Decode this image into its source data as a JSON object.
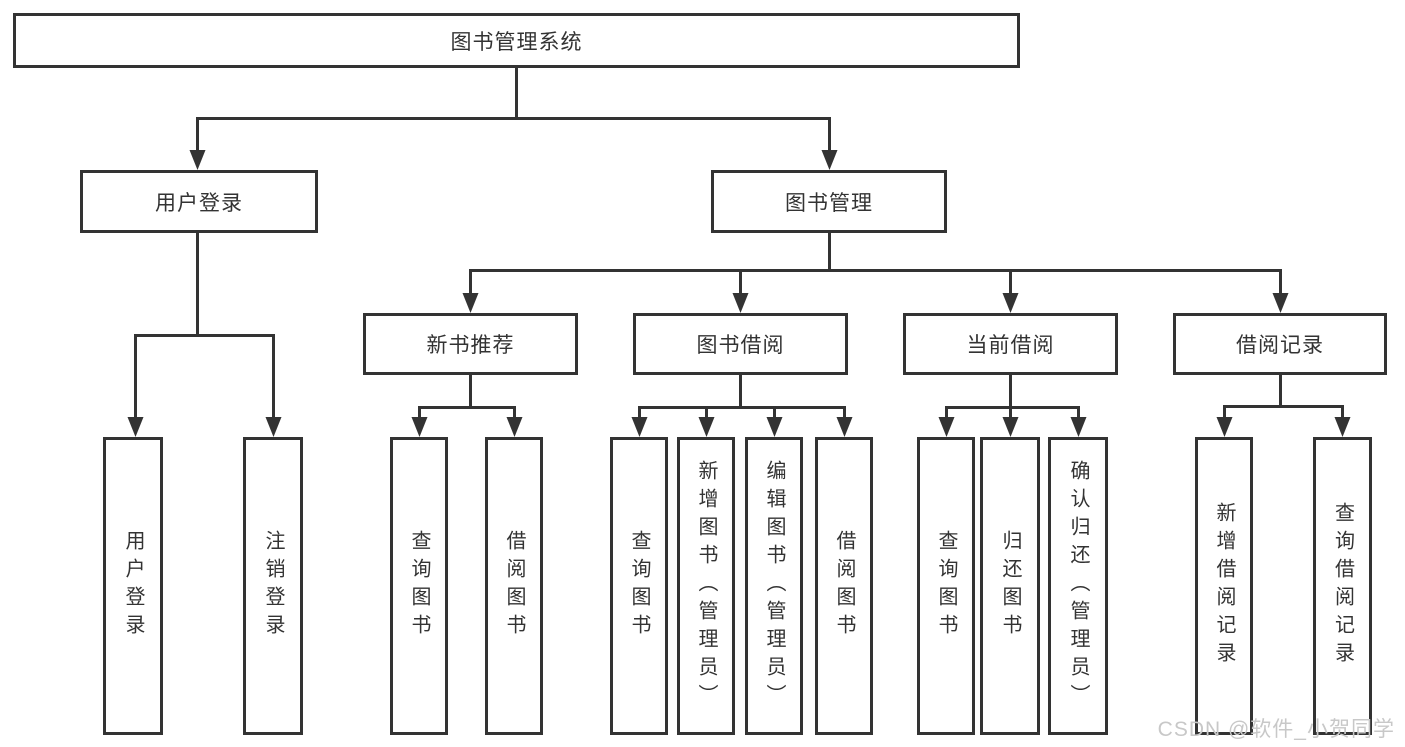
{
  "nodes": {
    "root": "图书管理系统",
    "user_login": "用户登录",
    "book_management": "图书管理",
    "new_book_recommend": "新书推荐",
    "book_borrow": "图书借阅",
    "current_borrow": "当前借阅",
    "borrow_records": "借阅记录",
    "leaf_user_login": "用户登录",
    "leaf_logout": "注销登录",
    "leaf_nbr_query_book": "查询图书",
    "leaf_nbr_borrow_book": "借阅图书",
    "leaf_bb_query_book": "查询图书",
    "leaf_bb_add_book_admin": "新增图书（管理员）",
    "leaf_bb_edit_book_admin": "编辑图书（管理员）",
    "leaf_bb_borrow_book": "借阅图书",
    "leaf_cb_query_book": "查询图书",
    "leaf_cb_return_book": "归还图书",
    "leaf_cb_confirm_return_admin": "确认归还（管理员）",
    "leaf_br_add_record": "新增借阅记录",
    "leaf_br_query_record": "查询借阅记录"
  },
  "watermark": "CSDN @软件_小贺同学",
  "colors": {
    "line": "#333333",
    "text": "#333333",
    "box_background": "#ffffff",
    "watermark": "#c8c8c8",
    "background": "#ffffff"
  }
}
